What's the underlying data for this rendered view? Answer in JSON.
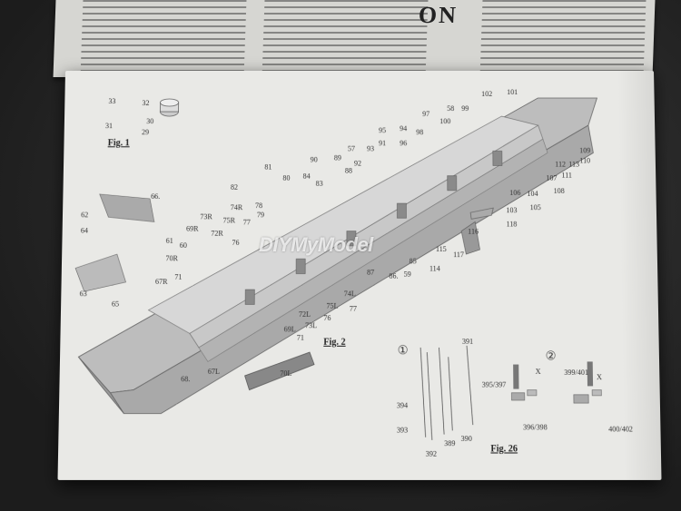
{
  "watermark": "DIYMyModel",
  "header_fragment": "ON",
  "figures": {
    "fig1": "Fig. 1",
    "fig2": "Fig. 2",
    "fig26": "Fig. 26"
  },
  "steps": {
    "step1": "①",
    "step2": "②"
  },
  "fig1_labels": [
    "33",
    "32",
    "30",
    "31",
    "29"
  ],
  "fig2_labels": [
    {
      "t": "102"
    },
    {
      "t": "101"
    },
    {
      "t": "58"
    },
    {
      "t": "99"
    },
    {
      "t": "97"
    },
    {
      "t": "100"
    },
    {
      "t": "98"
    },
    {
      "t": "94"
    },
    {
      "t": "95"
    },
    {
      "t": "91"
    },
    {
      "t": "96"
    },
    {
      "t": "57"
    },
    {
      "t": "93"
    },
    {
      "t": "92"
    },
    {
      "t": "89"
    },
    {
      "t": "90"
    },
    {
      "t": "88"
    },
    {
      "t": "84"
    },
    {
      "t": "81"
    },
    {
      "t": "80"
    },
    {
      "t": "83"
    },
    {
      "t": "82"
    },
    {
      "t": "66."
    },
    {
      "t": "78"
    },
    {
      "t": "79"
    },
    {
      "t": "74R"
    },
    {
      "t": "73R"
    },
    {
      "t": "75R"
    },
    {
      "t": "77"
    },
    {
      "t": "62"
    },
    {
      "t": "64"
    },
    {
      "t": "69R"
    },
    {
      "t": "72R"
    },
    {
      "t": "76"
    },
    {
      "t": "61"
    },
    {
      "t": "60"
    },
    {
      "t": "70R"
    },
    {
      "t": "71"
    },
    {
      "t": "67R"
    },
    {
      "t": "63"
    },
    {
      "t": "65"
    },
    {
      "t": "109"
    },
    {
      "t": "110"
    },
    {
      "t": "112"
    },
    {
      "t": "113"
    },
    {
      "t": "111"
    },
    {
      "t": "107"
    },
    {
      "t": "108"
    },
    {
      "t": "106"
    },
    {
      "t": "104"
    },
    {
      "t": "105"
    },
    {
      "t": "103"
    },
    {
      "t": "118"
    },
    {
      "t": "116"
    },
    {
      "t": "115"
    },
    {
      "t": "117"
    },
    {
      "t": "85"
    },
    {
      "t": "114"
    },
    {
      "t": "87"
    },
    {
      "t": "86."
    },
    {
      "t": "59"
    },
    {
      "t": "74L"
    },
    {
      "t": "77"
    },
    {
      "t": "75L"
    },
    {
      "t": "72L"
    },
    {
      "t": "76"
    },
    {
      "t": "73L"
    },
    {
      "t": "69L"
    },
    {
      "t": "71"
    },
    {
      "t": "68."
    },
    {
      "t": "67L"
    },
    {
      "t": "70L"
    }
  ],
  "fig26_labels": [
    "391",
    "394",
    "393",
    "389",
    "392",
    "390",
    "395/397",
    "396/398",
    "399/401",
    "400/402",
    "X",
    "X"
  ]
}
